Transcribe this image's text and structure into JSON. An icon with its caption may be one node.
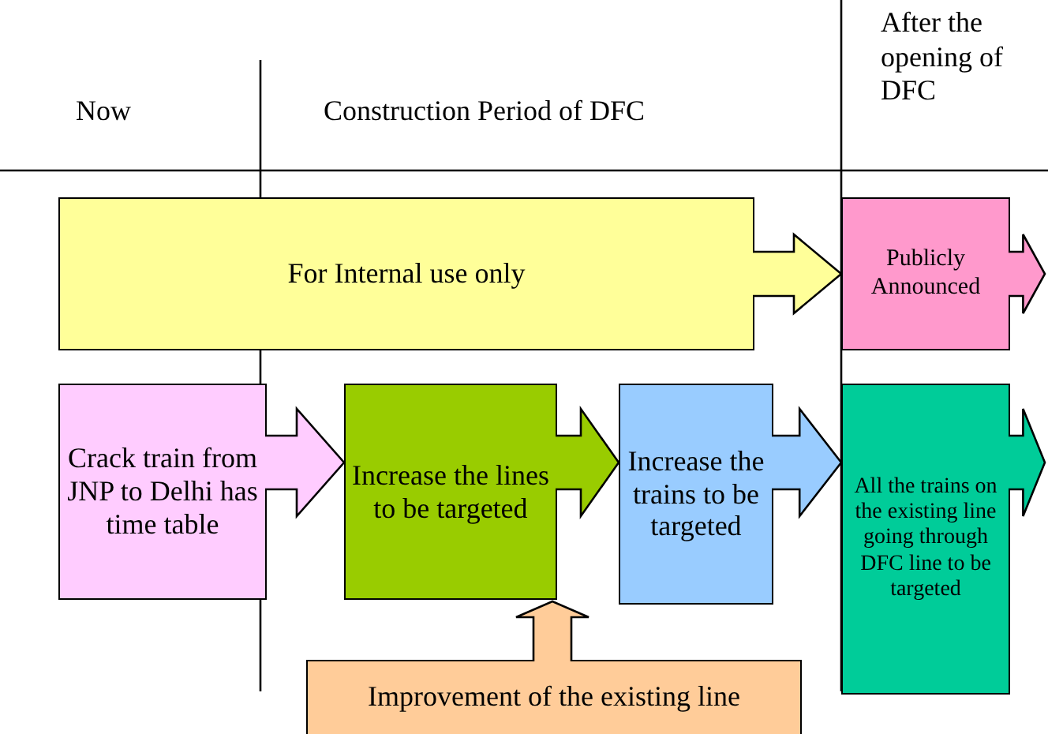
{
  "diagram": {
    "nodes": [
      {
        "text": [
          "For Internal use only"
        ]
      },
      {
        "text": [
          "Publicly Announced"
        ]
      },
      {
        "text": [
          "Crack train from JNP to Delhi has time table"
        ]
      },
      {
        "text": [
          "Increase the lines to be targeted"
        ]
      },
      {
        "text": [
          "Increase the trains to be targeted"
        ]
      },
      {
        "text": [
          "All the trains on the existing line going through DFC line to be targeted"
        ]
      },
      {
        "text": [
          "Improvement of the existing line"
        ]
      }
    ],
    "edges": [
      {
        "from": 0,
        "to": 1,
        "arrow": "to"
      },
      {
        "from": 1,
        "to": null,
        "arrow": "to"
      },
      {
        "from": 2,
        "to": 3,
        "arrow": "to"
      },
      {
        "from": 3,
        "to": 4,
        "arrow": "to"
      },
      {
        "from": 4,
        "to": 5,
        "arrow": "to"
      },
      {
        "from": 5,
        "to": null,
        "arrow": "to"
      },
      {
        "from": 6,
        "to": 3,
        "arrow": "to"
      }
    ],
    "labels": [
      "Now",
      "Construction Period of DFC",
      "After the opening of DFC"
    ]
  }
}
